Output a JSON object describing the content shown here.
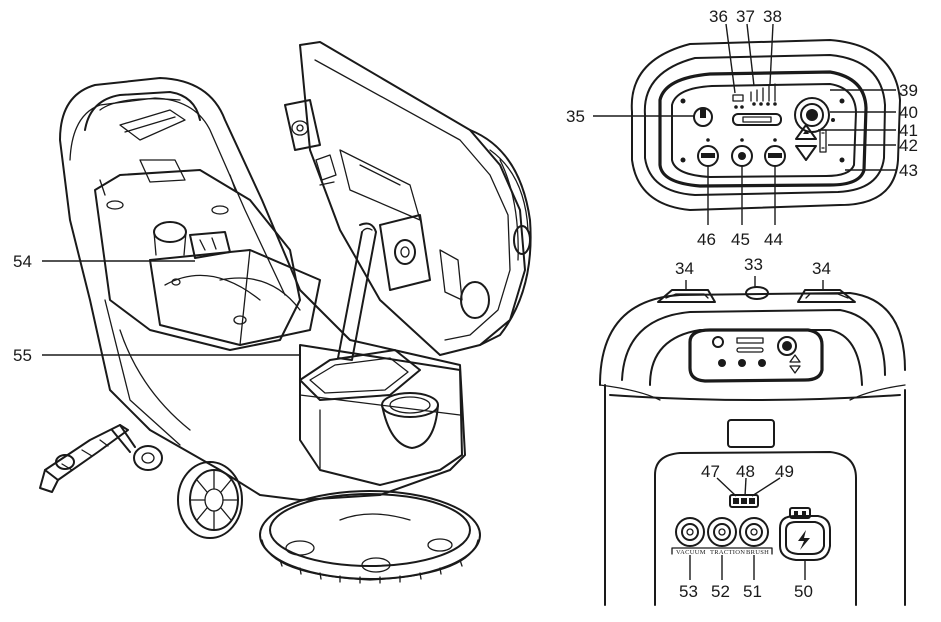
{
  "labels": {
    "l33": "33",
    "l34a": "34",
    "l34b": "34",
    "l35": "35",
    "l36": "36",
    "l37": "37",
    "l38": "38",
    "l39": "39",
    "l40": "40",
    "l41": "41",
    "l42": "42",
    "l43": "43",
    "l44": "44",
    "l45": "45",
    "l46": "46",
    "l47": "47",
    "l48": "48",
    "l49": "49",
    "l50": "50",
    "l51": "51",
    "l52": "52",
    "l53": "53",
    "l54": "54",
    "l55": "55"
  },
  "switch_text": {
    "vacuum": "VACUUM",
    "traction": "TRACTION",
    "brush": "BRUSH"
  }
}
